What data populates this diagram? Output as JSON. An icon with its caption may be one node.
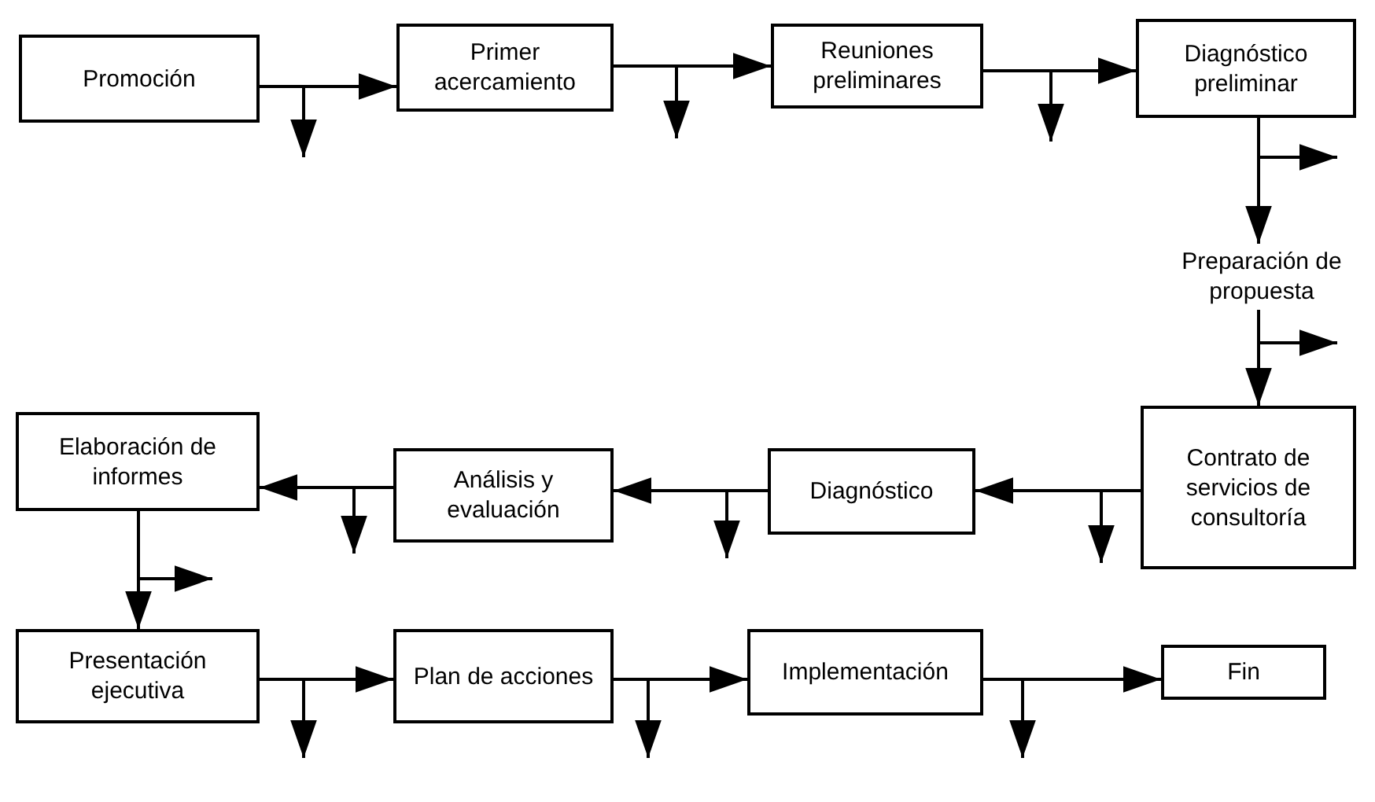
{
  "diagram": {
    "nodes": [
      {
        "text": [
          "Promoción"
        ]
      },
      {
        "text": [
          "Primer acercamiento"
        ]
      },
      {
        "text": [
          "Reuniones preliminares"
        ]
      },
      {
        "text": [
          "Diagnóstico preliminar"
        ]
      },
      {
        "text": [
          "Preparación de propuesta"
        ]
      },
      {
        "text": [
          "Contrato de servicios de consultoría"
        ]
      },
      {
        "text": [
          "Diagnóstico"
        ]
      },
      {
        "text": [
          "Análisis y evaluación"
        ]
      },
      {
        "text": [
          "Elaboración de informes"
        ]
      },
      {
        "text": [
          "Presentación ejecutiva"
        ]
      },
      {
        "text": [
          "Plan de acciones"
        ]
      },
      {
        "text": [
          "Implementación"
        ]
      },
      {
        "text": [
          "Fin"
        ]
      }
    ],
    "edges": [
      {
        "from": 0,
        "to": 1,
        "arrow": "to"
      },
      {
        "from": 0,
        "to": null,
        "arrow": "to"
      },
      {
        "from": 1,
        "to": 2,
        "arrow": "to"
      },
      {
        "from": 1,
        "to": null,
        "arrow": "to"
      },
      {
        "from": 2,
        "to": 3,
        "arrow": "to"
      },
      {
        "from": 2,
        "to": null,
        "arrow": "to"
      },
      {
        "from": 3,
        "to": 4,
        "arrow": "to"
      },
      {
        "from": 3,
        "to": null,
        "arrow": "to"
      },
      {
        "from": 4,
        "to": 5,
        "arrow": "to"
      },
      {
        "from": 4,
        "to": null,
        "arrow": "to"
      },
      {
        "from": 5,
        "to": 6,
        "arrow": "to"
      },
      {
        "from": 5,
        "to": null,
        "arrow": "to"
      },
      {
        "from": 6,
        "to": 7,
        "arrow": "to"
      },
      {
        "from": 6,
        "to": null,
        "arrow": "to"
      },
      {
        "from": 7,
        "to": 8,
        "arrow": "to"
      },
      {
        "from": 7,
        "to": null,
        "arrow": "to"
      },
      {
        "from": 8,
        "to": 9,
        "arrow": "to"
      },
      {
        "from": 8,
        "to": null,
        "arrow": "to"
      },
      {
        "from": 9,
        "to": 10,
        "arrow": "to"
      },
      {
        "from": 9,
        "to": null,
        "arrow": "to"
      },
      {
        "from": 10,
        "to": 11,
        "arrow": "to"
      },
      {
        "from": 10,
        "to": null,
        "arrow": "to"
      },
      {
        "from": 11,
        "to": 12,
        "arrow": "to"
      },
      {
        "from": 11,
        "to": null,
        "arrow": "to"
      }
    ]
  }
}
